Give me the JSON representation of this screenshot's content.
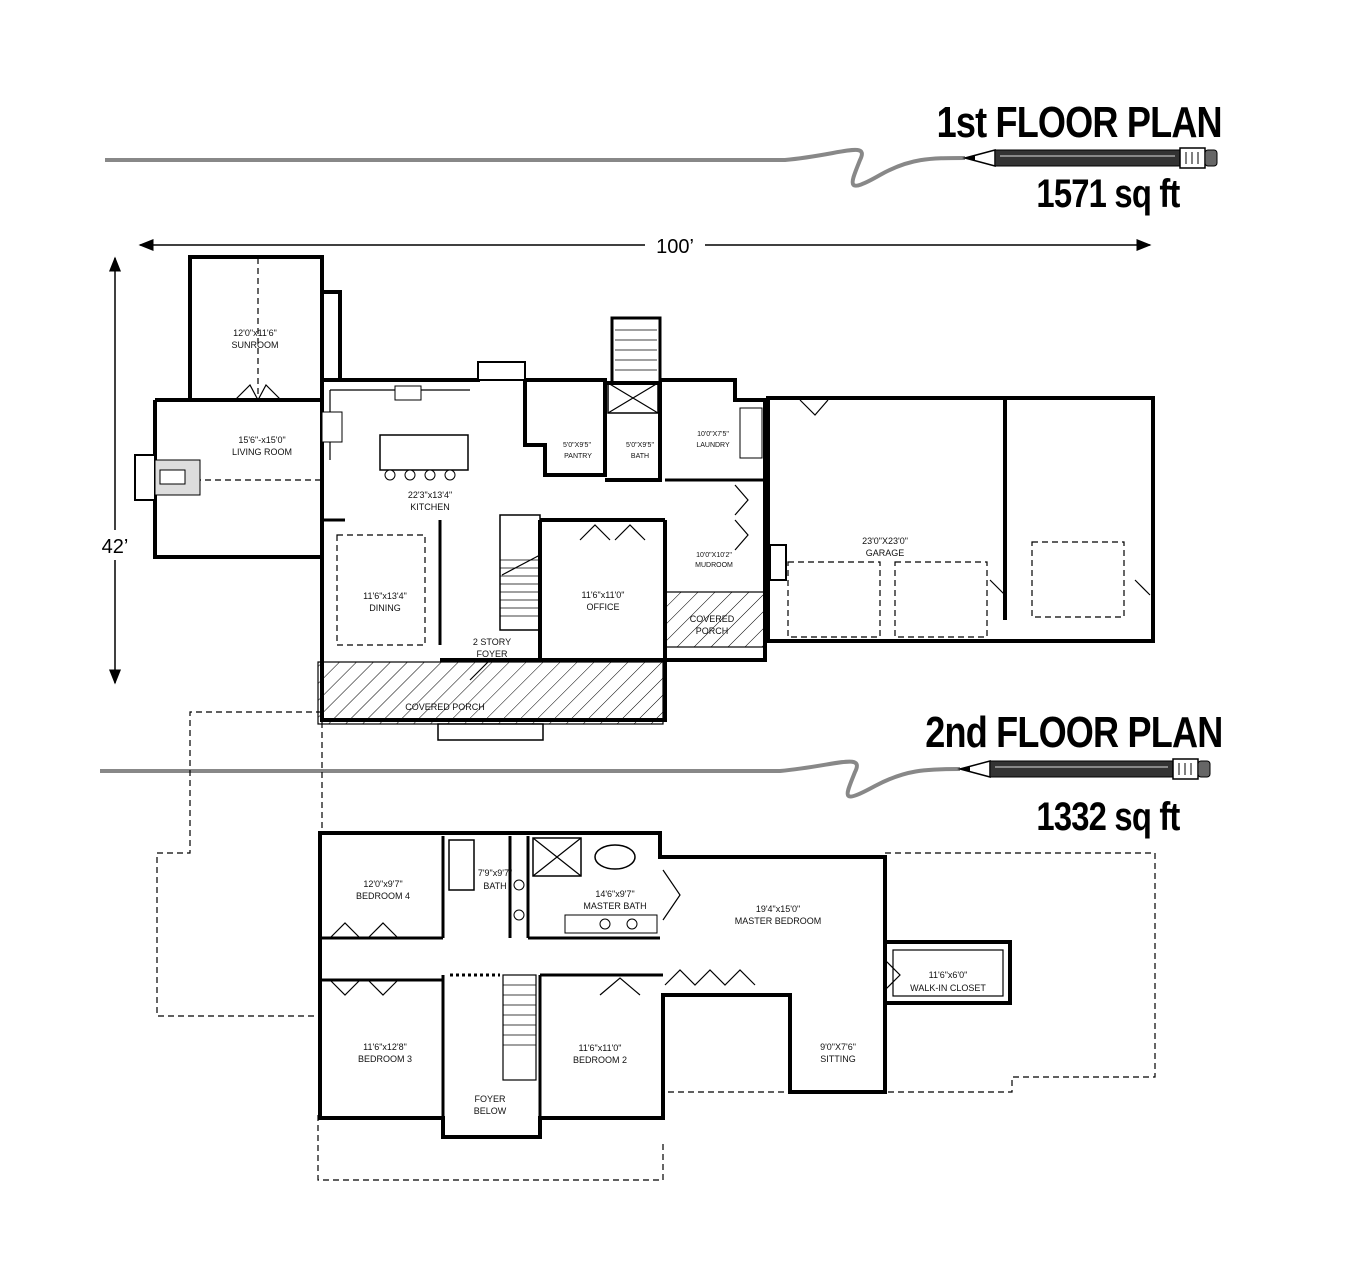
{
  "first_floor": {
    "title": "1st FLOOR PLAN",
    "area": "1571 sq ft",
    "dimensions": {
      "width": "100’",
      "depth": "42’"
    },
    "rooms": {
      "sunroom": {
        "size": "12'0\"x11'6\"",
        "name": "SUNROOM"
      },
      "living_room": {
        "size": "15'6\"-x15'0\"",
        "name": "LIVING ROOM"
      },
      "kitchen": {
        "size": "22'3\"x13'4\"",
        "name": "KITCHEN"
      },
      "pantry": {
        "size": "5'0\"X9'5\"",
        "name": "PANTRY"
      },
      "bath": {
        "size": "5'0\"X9'5\"",
        "name": "BATH"
      },
      "laundry": {
        "size": "10'0\"X7'5\"",
        "name": "LAUNDRY"
      },
      "garage": {
        "size": "23'0\"X23'0\"",
        "name": "GARAGE"
      },
      "mudroom": {
        "size": "10'0\"X10'2\"",
        "name": "MUDROOM"
      },
      "dining": {
        "size": "11'6\"x13'4\"",
        "name": "DINING"
      },
      "office": {
        "size": "11'6\"x11'0\"",
        "name": "OFFICE"
      },
      "foyer": {
        "name_line1": "2 STORY",
        "name_line2": "FOYER"
      },
      "covered_porch_side": {
        "name_line1": "COVERED",
        "name_line2": "PORCH"
      },
      "covered_porch_front": {
        "name": "COVERED PORCH"
      }
    }
  },
  "second_floor": {
    "title": "2nd FLOOR PLAN",
    "area": "1332  sq ft",
    "rooms": {
      "bedroom4": {
        "size": "12'0\"x9'7\"",
        "name": "BEDROOM 4"
      },
      "bath": {
        "size": "7'9\"x9'7\"",
        "name": "BATH"
      },
      "master_bath": {
        "size": "14'6\"x9'7\"",
        "name": "MASTER BATH"
      },
      "master_bedroom": {
        "size": "19'4\"x15'0\"",
        "name": "MASTER BEDROOM"
      },
      "walk_in_closet": {
        "size": "11'6\"x6'0\"",
        "name": "WALK-IN CLOSET"
      },
      "bedroom3": {
        "size": "11'6\"x12'8\"",
        "name": "BEDROOM 3"
      },
      "foyer_below": {
        "name_line1": "FOYER",
        "name_line2": "BELOW"
      },
      "bedroom2": {
        "size": "11'6\"x11'0\"",
        "name": "BEDROOM 2"
      },
      "sitting": {
        "size": "9'0\"X7'6\"",
        "name": "SITTING"
      }
    }
  },
  "colors": {
    "ink": "#000000",
    "cord": "#888888",
    "pencil_body": "#333333",
    "paper": "#ffffff"
  },
  "icons": [
    "pencil-icon",
    "pencil-icon"
  ]
}
